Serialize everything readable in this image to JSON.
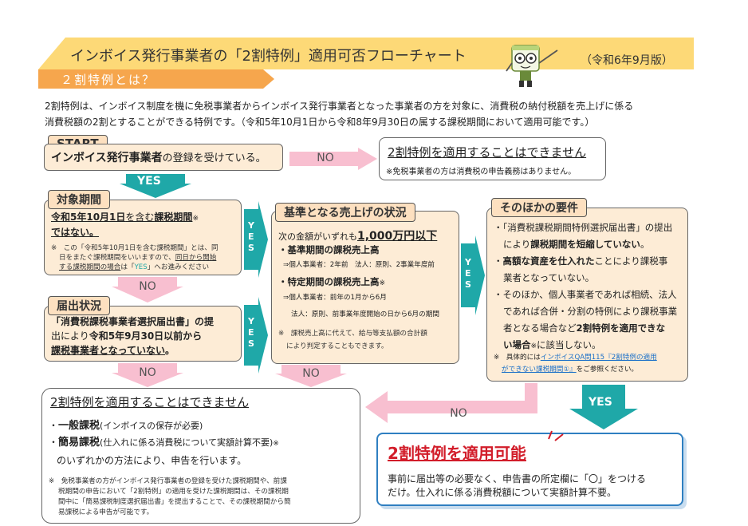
{
  "header": {
    "title": "インボイス発行事業者の「2割特例」適用可否フローチャート",
    "date": "（令和6年9月版）",
    "section_tab": "２割特例とは？"
  },
  "intro": {
    "line1": "2割特例は、インボイス制度を機に免税事業者からインボイス発行事業者となった事業者の方を対象に、消費税の納付税額を売上げに係る",
    "line2": "消費税額の2割とすることができる特例です。（令和5年10月1日から令和8年9月30日の属する課税期間において適用可能です。）"
  },
  "start": {
    "label": "START",
    "bold": "インボイス発行事業者",
    "rest": "の登録を受けている。"
  },
  "arrow_labels": {
    "no": "NO",
    "yes": "YES",
    "yes_vertical": "YES"
  },
  "not_applicable_top": {
    "title": "2割特例を適用することはできません",
    "note": "※免税事業者の方は消費税の申告義務はありません。"
  },
  "period": {
    "label": "対象期間",
    "line1_bold": "令和5年10月1日",
    "line1_mid": "を含む",
    "line1_bold2": "課税期間",
    "line1_mark": "※",
    "line2": "ではない。",
    "note1": "※　この「令和5年10月1日を含む課税期間」とは、同",
    "note2": "日をまたぐ課税期間をいいますので、",
    "note2_u": "同日から開始",
    "note3_u": "する課税期間の場合",
    "note3_mid": "は「",
    "note3_yes": "YES",
    "note3_end": "」へお進みください"
  },
  "filing": {
    "label": "届出状況",
    "line1": "「消費税課税事業者選択届出書」の提",
    "line2_a": "出により",
    "line2_b": "令和5年9月30日以前から",
    "line3": "課税事業者となっていない",
    "line3_end": "。"
  },
  "sales": {
    "label": "基準となる売上げの状況",
    "lead": "次の金額がいずれも",
    "amount": "1,000万円以下",
    "item1": "・基準期間の課税売上高",
    "item1_sub": "⇒個人事業者：2年前　法人：原則、2事業年度前",
    "item2": "・特定期間の課税売上高",
    "item2_mark": "※",
    "item2_sub1": "⇒個人事業者：前年の1月から6月",
    "item2_sub2": "法人：原則、前事業年度開始の日から6月の期間",
    "note1": "※　課税売上高に代えて、給与等支払額の合計額",
    "note2": "により判定することもできます。"
  },
  "other": {
    "label": "そのほかの要件",
    "b1_l1": "「消費税課税期間特例選択届出書」の提出",
    "b1_l2a": "により",
    "b1_l2b": "課税期間を短縮していない",
    "b1_l2c": "。",
    "b2_l1a": "高額な資産を仕入れた",
    "b2_l1b": "ことにより課税事",
    "b2_l2": "業者となっていない。",
    "b3_l1": "そのほか、個人事業者であれば相続、法人",
    "b3_l2": "であれば合併・分割の特例により課税事業",
    "b3_l3a": "者となる場合など",
    "b3_l3b": "2割特例を適用できな",
    "b3_l4a": "い場合",
    "b3_l4b": "※",
    "b3_l4c": "に該当しない。",
    "note_a": "※　具体的には",
    "note_link1": "インボイスQA問115『2割特例の適用",
    "note_link2": "ができない課税期間①』",
    "note_end": "をご参照ください。"
  },
  "not_applicable_bottom": {
    "title": "2割特例を適用することはできません",
    "opt1_bold": "一般課税",
    "opt1_rest": "(インボイスの保存が必要)",
    "opt2_bold": "簡易課税",
    "opt2_rest": "(仕入れに係る消費税について実額計算不要)",
    "opt2_mark": "※",
    "tail": "のいずれかの方法により、申告を行います。",
    "note1": "※　免税事業者の方がインボイス発行事業者の登録を受けた課税期間や、前課",
    "note2": "税期間の申告において「2割特例」の適用を受けた課税期間は、その課税期",
    "note3": "間中に「簡易課税制度選択届出書」を提出することで、その課税期間から簡",
    "note4": "易課税による申告が可能です。"
  },
  "applicable": {
    "title": "2割特例を適用可能",
    "line1": "事前に届出等の必要なく、申告書の所定欄に「〇」をつける",
    "line2": "だけ。仕入れに係る消費税額について実額計算不要。"
  },
  "colors": {
    "banner": "#fdd977",
    "tab": "#f6a64d",
    "label_bg": "#fde0c0",
    "no_arrow": "#f8bfd0",
    "yes_arrow": "#1fa8a8",
    "accent_red": "#d21d2a",
    "applicable_border": "#2f7fc1"
  }
}
